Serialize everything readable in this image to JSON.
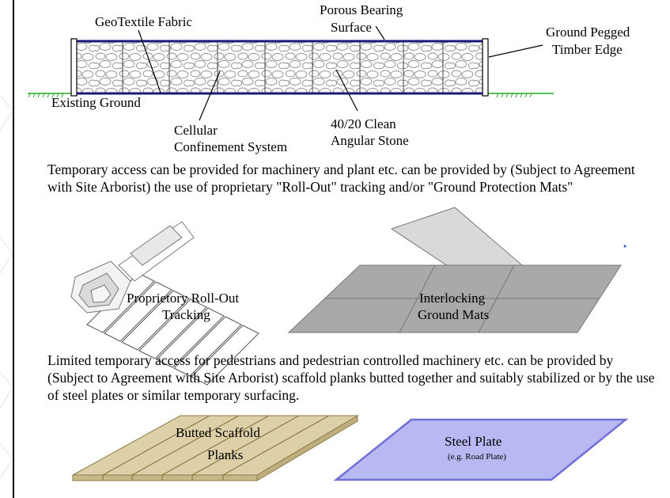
{
  "section_diagram": {
    "labels": {
      "geotextile": "GeoTextile Fabric",
      "porous_line1": "Porous Bearing",
      "porous_line2": "Surface",
      "timber_line1": "Ground Pegged",
      "timber_line2": "Timber Edge",
      "existing_ground": "Existing Ground",
      "cellular_line1": "Cellular",
      "cellular_line2": "Confinement System",
      "stone_line1": "40/20 Clean",
      "stone_line2": "Angular Stone"
    },
    "colors": {
      "ground": "#22aa22",
      "fabric": "#1a1a7a",
      "stone": "#9a9a9a"
    }
  },
  "paragraph_1": "Temporary access can be provided for machinery and plant etc. can be provided by (Subject to Agreement with Site Arborist) the use of proprietary \"Roll-Out\" tracking and/or \"Ground Protection Mats\"",
  "illustrations_row_1": {
    "rollout_line1": "Proprietory Roll-Out",
    "rollout_line2": "Tracking",
    "mats_line1": "Interlocking",
    "mats_line2": "Ground Mats",
    "mats_color": "#a9a9a9",
    "mat_lifted_color": "#d9d9d9"
  },
  "paragraph_2": "Limited temporary access for pedestrians and pedestrian controlled machinery etc. can be provided by (Subject to Agreement with Site Arborist) scaffold planks butted together and suitably stabilized or by the use of steel plates or similar temporary surfacing.",
  "illustrations_row_2": {
    "planks_line1": "Butted Scaffold",
    "planks_line2": "Planks",
    "plate_line1": "Steel Plate",
    "plate_line2": "(e.g. Road Plate)",
    "planks_color": "#ddd0a8",
    "plate_color": "#b8b8f2"
  }
}
